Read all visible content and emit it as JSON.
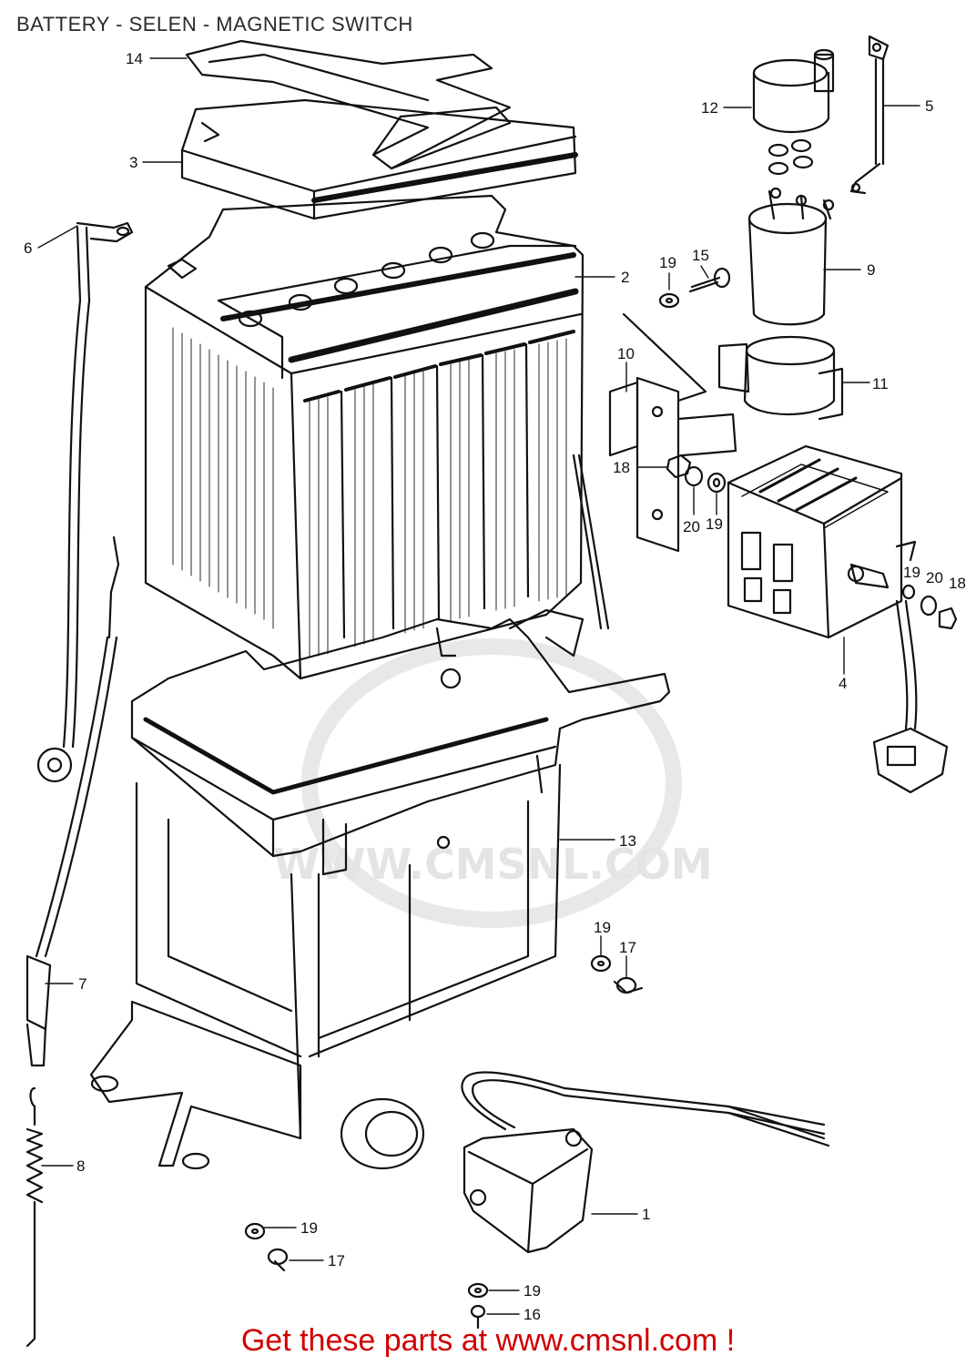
{
  "title": "BATTERY - SELEN - MAGNETIC SWITCH",
  "footer_link": "Get these parts at www.cmsnl.com !",
  "watermark": "WWW.CMSNL.COM",
  "callouts": {
    "c14": "14",
    "c3": "3",
    "c6": "6",
    "c2": "2",
    "c12": "12",
    "c5": "5",
    "c9": "9",
    "c19a": "19",
    "c15": "15",
    "c10": "10",
    "c11": "11",
    "c18a": "18",
    "c20a": "20",
    "c19b": "19",
    "c19c": "19",
    "c20b": "20",
    "c18b": "18",
    "c4": "4",
    "c13": "13",
    "c19d": "19",
    "c17a": "17",
    "c7": "7",
    "c8": "8",
    "c1": "1",
    "c19e": "19",
    "c17b": "17",
    "c19f": "19",
    "c16": "16"
  },
  "colors": {
    "footer": "#d00000",
    "line": "#111111",
    "watermark": "#e2e2e2"
  }
}
